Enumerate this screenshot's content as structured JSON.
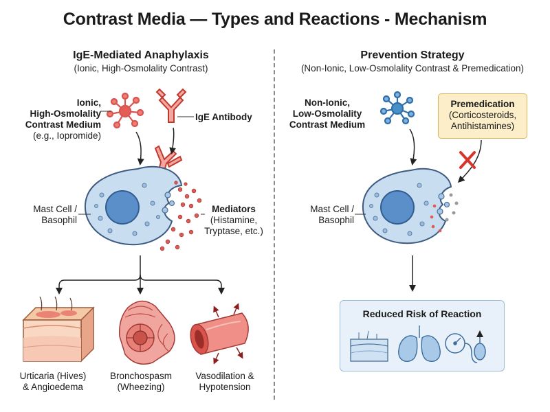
{
  "title": "Contrast Media — Types and Reactions - Mechanism",
  "left_panel": {
    "heading": "IgE-Mediated Anaphylaxis",
    "subheading": "(Ionic, High-Osmolality Contrast)",
    "contrast_label_line1": "Ionic,",
    "contrast_label_line2": "High-Osmolality",
    "contrast_label_line3": "Contrast Medium",
    "contrast_example": "(e.g., Iopromide)",
    "antibody_label": "IgE Antibody",
    "cell_label_line1": "Mast Cell /",
    "cell_label_line2": "Basophil",
    "mediators_title": "Mediators",
    "mediators_line1": "(Histamine,",
    "mediators_line2": "Tryptase, etc.)",
    "outcomes": [
      {
        "line1": "Urticaria (Hives)",
        "line2": "& Angioedema"
      },
      {
        "line1": "Bronchospasm",
        "line2": "(Wheezing)"
      },
      {
        "line1": "Vasodilation &",
        "line2": "Hypotension"
      }
    ]
  },
  "right_panel": {
    "heading": "Prevention Strategy",
    "subheading": "(Non-Ionic, Low-Osmolality Contrast & Premedication)",
    "contrast_label_line1": "Non-Ionic,",
    "contrast_label_line2": "Low-Osmolality",
    "contrast_label_line3": "Contrast Medium",
    "premed_title": "Premedication",
    "premed_line1": "(Corticosteroids,",
    "premed_line2": "Antihistamines)",
    "cell_label_line1": "Mast Cell /",
    "cell_label_line2": "Basophil",
    "outcome_title": "Reduced Risk of Reaction"
  },
  "colors": {
    "ionic_molecule": "#d9534f",
    "nonionic_molecule": "#4a90c8",
    "cell_fill": "#c9ddf0",
    "nucleus": "#5b8fc9",
    "inhibit_x": "#d9342b"
  },
  "icons": [
    "molecule-icon",
    "antibody-icon",
    "mast-cell-icon",
    "skin-icon",
    "bronchus-icon",
    "vessel-icon",
    "lungs-icon",
    "blood-pressure-icon"
  ]
}
